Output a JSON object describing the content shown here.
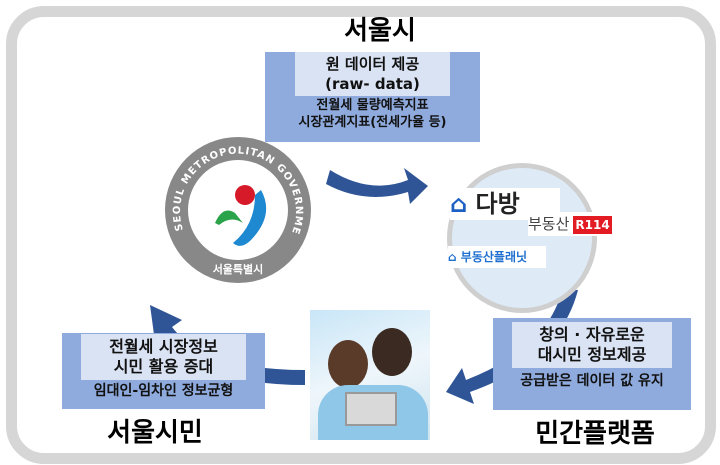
{
  "seoul_city": {
    "title": "서울시",
    "inner_lines": [
      "원 데이터 제공",
      "(raw- data)"
    ],
    "sub_lines": [
      "전월세 물량예측지표",
      "시장관계지표(전세가율 등)"
    ]
  },
  "seal": {
    "text_en": "SEOUL METROPOLITAN GOVERNMENT",
    "text_ko": "서울특별시"
  },
  "platform_logos": {
    "dabang": "다방",
    "r114_text": "부동산",
    "r114_badge": "R114",
    "planet": "부동산플래닛"
  },
  "platform": {
    "title": "민간플랫폼",
    "inner_lines": [
      "창의 · 자유로운",
      "대시민 정보제공"
    ],
    "sub": "공급받은 데이터 값 유지"
  },
  "citizens": {
    "title": "서울시민",
    "inner_lines": [
      "전월세 시장정보",
      "시민 활용 증대"
    ],
    "sub": "임대인-임차인 정보균형"
  },
  "colors": {
    "arrow": "#2f5597",
    "box": "#8faadc",
    "inner": "#dae3f3",
    "frame": "#d6d6d6"
  }
}
